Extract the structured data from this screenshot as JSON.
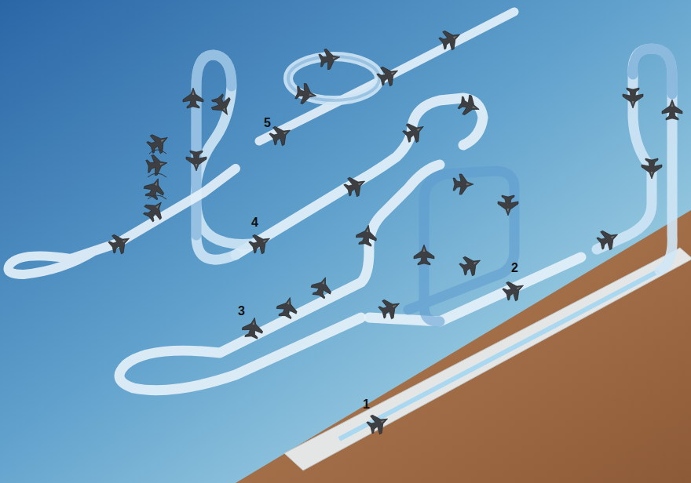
{
  "diagram": {
    "labels": [
      "5",
      "4",
      "3",
      "2",
      "1"
    ]
  }
}
